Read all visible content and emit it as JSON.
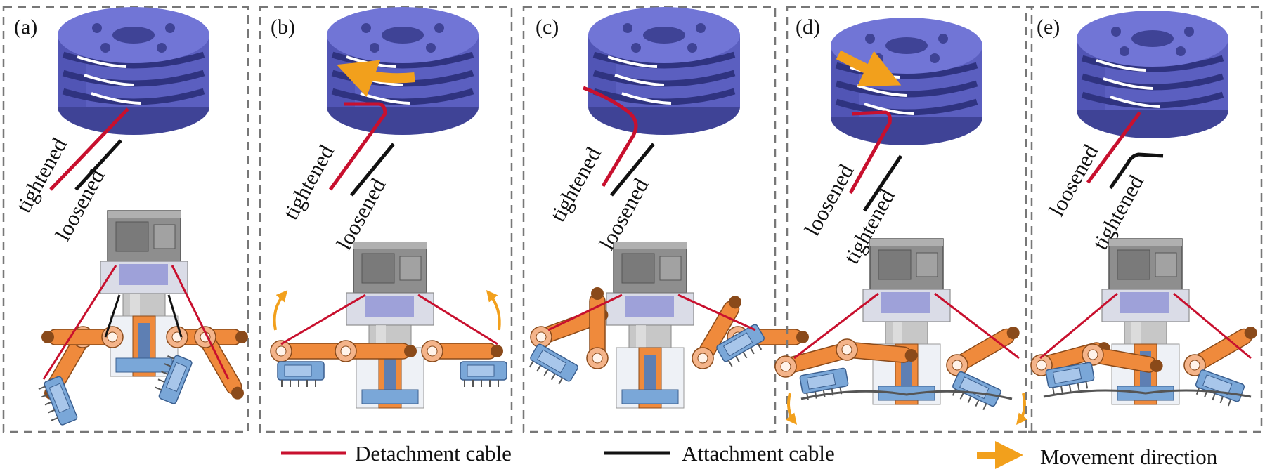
{
  "panels": [
    {
      "label": "(a)",
      "cable_labels": [
        "tightened",
        "loosened"
      ]
    },
    {
      "label": "(b)",
      "cable_labels": [
        "tightened",
        "loosened"
      ]
    },
    {
      "label": "(c)",
      "cable_labels": [
        "tightened",
        "loosened"
      ]
    },
    {
      "label": "(d)",
      "cable_labels": [
        "loosened",
        "tightened"
      ]
    },
    {
      "label": "(e)",
      "cable_labels": [
        "loosened",
        "tightened"
      ]
    }
  ],
  "legend": {
    "detachment": "Detachment cable",
    "attachment": "Attachment cable",
    "movement": "Movement direction"
  },
  "colors": {
    "detachment_cable": "#c8102e",
    "attachment_cable": "#111111",
    "movement_arrow": "#f2a01c",
    "spool": "#5b5fc0",
    "leg": "#ef8a3c",
    "foot": "#7aa7d8",
    "motor": "#9a9a9a"
  }
}
